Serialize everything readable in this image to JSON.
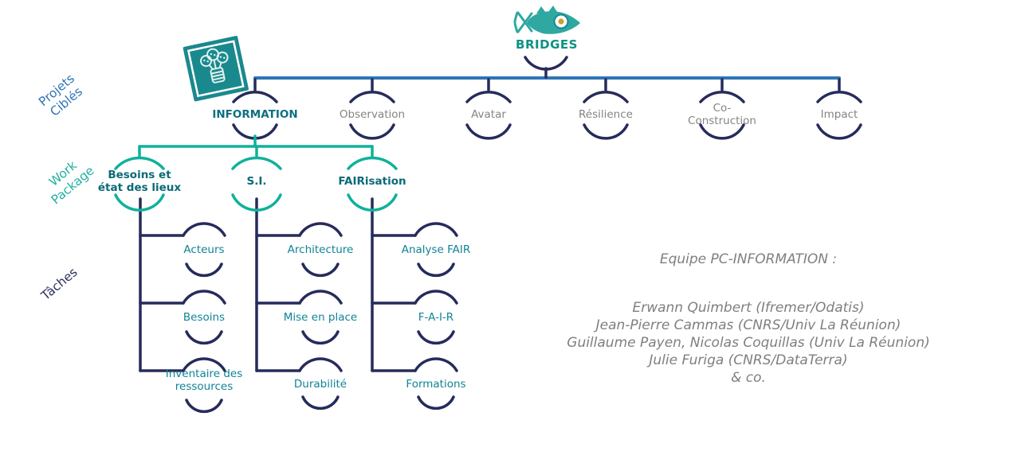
{
  "root": {
    "label": "BRIDGES"
  },
  "row_labels": {
    "projects": "Projets\nCiblés",
    "work_package": "Work\nPackage",
    "tasks": "Tâches"
  },
  "projects": [
    {
      "label": "INFORMATION",
      "highlighted": true
    },
    {
      "label": "Observation",
      "highlighted": false
    },
    {
      "label": "Avatar",
      "highlighted": false
    },
    {
      "label": "Résilience",
      "highlighted": false
    },
    {
      "label": "Co-\nConstruction",
      "highlighted": false
    },
    {
      "label": "Impact",
      "highlighted": false
    }
  ],
  "work_packages": [
    {
      "label": "Besoins et\nétat des lieux",
      "tasks": [
        "Acteurs",
        "Besoins",
        "Inventaire des\nressources"
      ]
    },
    {
      "label": "S.I.",
      "tasks": [
        "Architecture",
        "Mise en place",
        "Durabilité"
      ]
    },
    {
      "label": "FAIRisation",
      "tasks": [
        "Analyse FAIR",
        "F-A-I-R",
        "Formations"
      ]
    }
  ],
  "team": {
    "heading": "Equipe PC-INFORMATION :",
    "members": [
      "Erwann Quimbert (Ifremer/Odatis)",
      "Jean-Pierre Cammas (CNRS/Univ La Réunion)",
      "Guillaume Payen, Nicolas Coquillas (Univ La Réunion)",
      "Julie Furiga (CNRS/DataTerra)",
      "& co."
    ]
  },
  "icons": {
    "fish": "fish-icon",
    "stamp": "idea-stamp-icon"
  },
  "colors": {
    "navy": "#262b5c",
    "blue": "#2e75b6",
    "teal_line": "#0fb19b",
    "bridges_text": "#0c9183",
    "wp_text": "#0a6a78",
    "task_text": "#0f8496",
    "project_gray_text": "#848484",
    "team_text": "#7f7f7f",
    "stamp_teal": "#1a898d"
  }
}
